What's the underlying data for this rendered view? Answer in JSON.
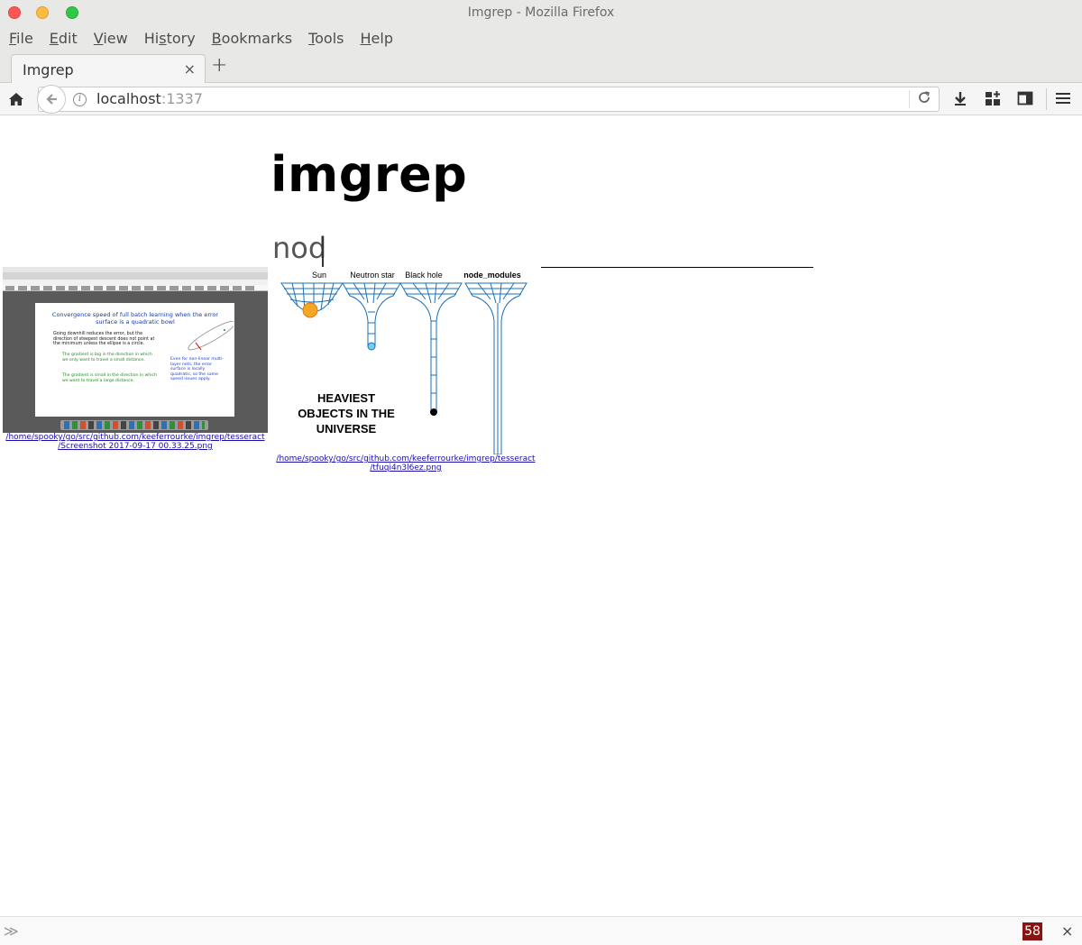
{
  "window": {
    "title": "Imgrep - Mozilla Firefox"
  },
  "menu": [
    {
      "label_ul": "F",
      "label_rest": "ile"
    },
    {
      "label_ul": "E",
      "label_rest": "dit"
    },
    {
      "label_ul": "V",
      "label_rest": "iew"
    },
    {
      "label_pre": "Hi",
      "label_ul": "s",
      "label_rest": "tory"
    },
    {
      "label_ul": "B",
      "label_rest": "ookmarks"
    },
    {
      "label_ul": "T",
      "label_rest": "ools"
    },
    {
      "label_ul": "H",
      "label_rest": "elp"
    }
  ],
  "tab": {
    "title": "Imgrep",
    "close": "×",
    "new_tab": "+"
  },
  "url": {
    "host": "localhost",
    "port": ":1337"
  },
  "page": {
    "heading": "imgrep",
    "search_value": "nod"
  },
  "results": [
    {
      "link_line1": "/home/spooky/go/src/github.com/keeferrourke/imgrep/tesseract",
      "link_line2": "/Screenshot 2017-09-17 00.33.25.png",
      "slide_title": "Convergence speed of full batch learning when the error surface is a quadratic bowl",
      "bullet1": "Going downhill reduces the error, but the direction of steepest descent does not point at the minimum unless the ellipse is a circle.",
      "sub1": "The gradient is big in the direction in which we only want to travel a small distance.",
      "sub2": "The gradient is small in the direction in which we want to travel a large distance.",
      "side_note": "Even for non-linear multi-layer nets, the error surface is locally quadratic, so the same speed issues apply."
    },
    {
      "link_line1": "/home/spooky/go/src/github.com/keeferrourke/imgrep/tesseract",
      "link_line2": "/tfuqi4n3l6ez.png",
      "labels": [
        "Sun",
        "Neutron star",
        "Black hole",
        "node_modules"
      ],
      "caption_line1": "HEAVIEST",
      "caption_line2": "OBJECTS IN THE",
      "caption_line3": "UNIVERSE"
    }
  ],
  "status": {
    "prompt": "≫",
    "badge": "58",
    "close": "×"
  },
  "colors": {
    "accent_link": "#1a0dab",
    "badge_bg": "#8a1414",
    "grid_blue": "#1d6fb8"
  }
}
